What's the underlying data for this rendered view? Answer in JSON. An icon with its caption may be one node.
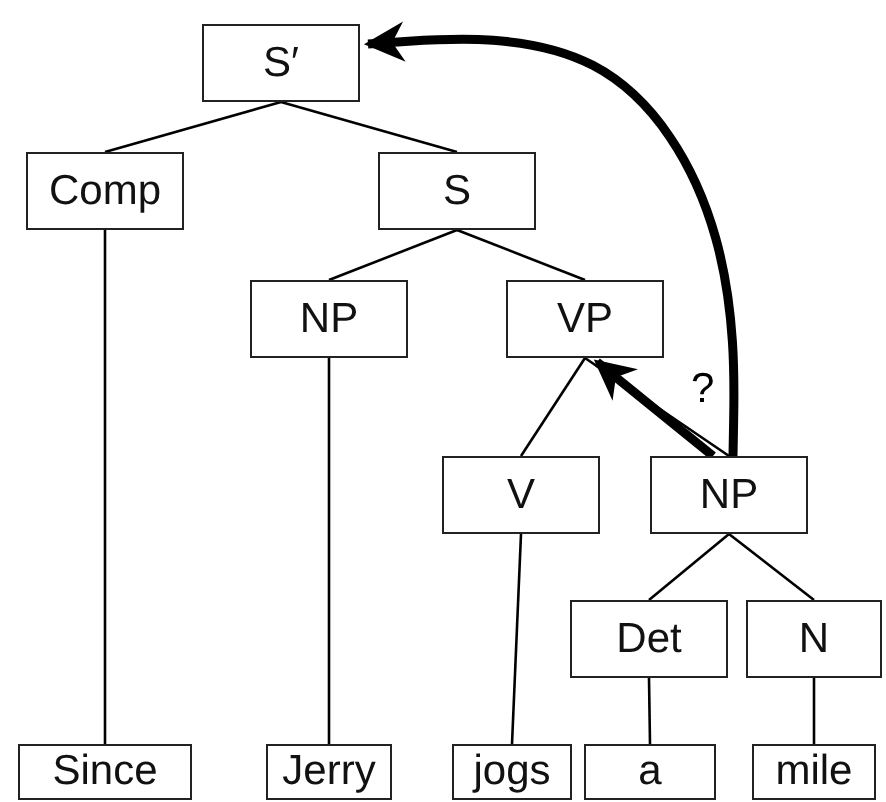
{
  "diagram": {
    "nodes": [
      {
        "text": [
          "S′"
        ]
      },
      {
        "text": [
          "Comp"
        ]
      },
      {
        "text": [
          "S"
        ]
      },
      {
        "text": [
          "NP"
        ]
      },
      {
        "text": [
          "VP"
        ]
      },
      {
        "text": [
          "V"
        ]
      },
      {
        "text": [
          "NP"
        ]
      },
      {
        "text": [
          "Det"
        ]
      },
      {
        "text": [
          "N"
        ]
      },
      {
        "text": [
          "Since"
        ]
      },
      {
        "text": [
          "Jerry"
        ]
      },
      {
        "text": [
          "jogs"
        ]
      },
      {
        "text": [
          "a"
        ]
      },
      {
        "text": [
          "mile"
        ]
      }
    ],
    "edges": [
      {
        "from": 0,
        "to": 1,
        "arrow": "none"
      },
      {
        "from": 0,
        "to": 2,
        "arrow": "none"
      },
      {
        "from": 1,
        "to": 9,
        "arrow": "none"
      },
      {
        "from": 2,
        "to": 3,
        "arrow": "none"
      },
      {
        "from": 2,
        "to": 4,
        "arrow": "none"
      },
      {
        "from": 3,
        "to": 10,
        "arrow": "none"
      },
      {
        "from": 4,
        "to": 5,
        "arrow": "none"
      },
      {
        "from": 4,
        "to": 6,
        "arrow": "none"
      },
      {
        "from": 5,
        "to": 11,
        "arrow": "none"
      },
      {
        "from": 6,
        "to": 7,
        "arrow": "none"
      },
      {
        "from": 6,
        "to": 8,
        "arrow": "none"
      },
      {
        "from": 7,
        "to": 12,
        "arrow": "none"
      },
      {
        "from": 8,
        "to": 13,
        "arrow": "none"
      },
      {
        "from": 6,
        "to": 0,
        "arrow": "to",
        "style": "thick"
      },
      {
        "from": 6,
        "to": 4,
        "arrow": "to",
        "style": "thick",
        "label": "?"
      }
    ]
  }
}
